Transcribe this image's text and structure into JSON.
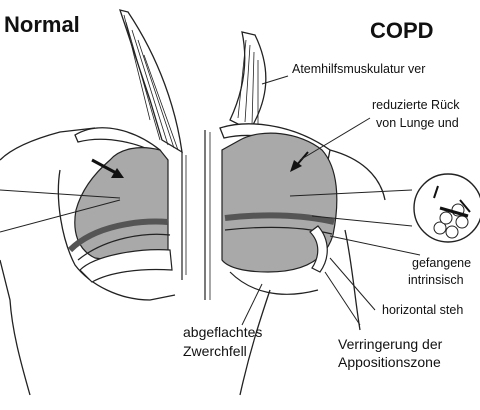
{
  "headings": {
    "normal": "Normal",
    "copd": "COPD"
  },
  "labels": {
    "accessory_muscles": "Atemhilfsmuskulatur ver",
    "recoil_line1": "reduzierte Rück",
    "recoil_line2": "von Lunge und",
    "trapped_line1": "gefangene",
    "trapped_line2": "intrinsisch",
    "horizontal": "horizontal steh",
    "flattened_line1": "abgeflachtes",
    "flattened_line2": "Zwerchfell",
    "apposition_line1": "Verringerung der",
    "apposition_line2": "Appositionszone"
  }
}
